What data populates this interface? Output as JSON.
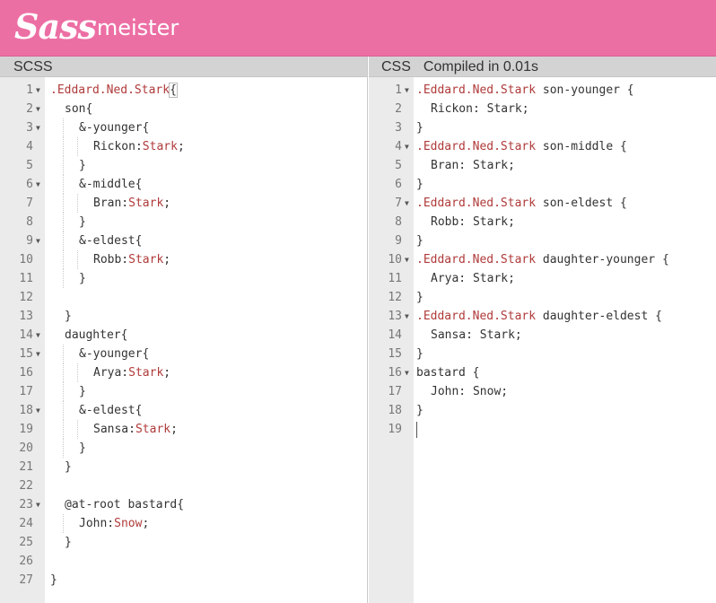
{
  "app": {
    "logo_script": "Sass",
    "logo_rest": "meister"
  },
  "left_panel": {
    "title": "SCSS",
    "lines": [
      {
        "n": "1",
        "fold": true,
        "indent": 0,
        "tokens": [
          {
            "t": ".Eddard.Ned.Stark",
            "c": "sel"
          },
          {
            "t": "{",
            "c": "br"
          }
        ]
      },
      {
        "n": "2",
        "fold": true,
        "indent": 1,
        "tokens": [
          {
            "t": "son{",
            "c": ""
          }
        ]
      },
      {
        "n": "3",
        "fold": true,
        "indent": 2,
        "tokens": [
          {
            "t": "&-younger{",
            "c": ""
          }
        ]
      },
      {
        "n": "4",
        "fold": false,
        "indent": 3,
        "tokens": [
          {
            "t": "Rickon:",
            "c": ""
          },
          {
            "t": "Stark",
            "c": "val"
          },
          {
            "t": ";",
            "c": ""
          }
        ]
      },
      {
        "n": "5",
        "fold": false,
        "indent": 2,
        "tokens": [
          {
            "t": "}",
            "c": ""
          }
        ]
      },
      {
        "n": "6",
        "fold": true,
        "indent": 2,
        "tokens": [
          {
            "t": "&-middle{",
            "c": ""
          }
        ]
      },
      {
        "n": "7",
        "fold": false,
        "indent": 3,
        "tokens": [
          {
            "t": "Bran:",
            "c": ""
          },
          {
            "t": "Stark",
            "c": "val"
          },
          {
            "t": ";",
            "c": ""
          }
        ]
      },
      {
        "n": "8",
        "fold": false,
        "indent": 2,
        "tokens": [
          {
            "t": "}",
            "c": ""
          }
        ]
      },
      {
        "n": "9",
        "fold": true,
        "indent": 2,
        "tokens": [
          {
            "t": "&-eldest{",
            "c": ""
          }
        ]
      },
      {
        "n": "10",
        "fold": false,
        "indent": 3,
        "tokens": [
          {
            "t": "Robb:",
            "c": ""
          },
          {
            "t": "Stark",
            "c": "val"
          },
          {
            "t": ";",
            "c": ""
          }
        ]
      },
      {
        "n": "11",
        "fold": false,
        "indent": 2,
        "tokens": [
          {
            "t": "}",
            "c": ""
          }
        ]
      },
      {
        "n": "12",
        "fold": false,
        "indent": 1,
        "tokens": []
      },
      {
        "n": "13",
        "fold": false,
        "indent": 1,
        "tokens": [
          {
            "t": "}",
            "c": ""
          }
        ]
      },
      {
        "n": "14",
        "fold": true,
        "indent": 1,
        "tokens": [
          {
            "t": "daughter{",
            "c": ""
          }
        ]
      },
      {
        "n": "15",
        "fold": true,
        "indent": 2,
        "tokens": [
          {
            "t": "&-younger{",
            "c": ""
          }
        ]
      },
      {
        "n": "16",
        "fold": false,
        "indent": 3,
        "tokens": [
          {
            "t": "Arya:",
            "c": ""
          },
          {
            "t": "Stark",
            "c": "val"
          },
          {
            "t": ";",
            "c": ""
          }
        ]
      },
      {
        "n": "17",
        "fold": false,
        "indent": 2,
        "tokens": [
          {
            "t": "}",
            "c": ""
          }
        ]
      },
      {
        "n": "18",
        "fold": true,
        "indent": 2,
        "tokens": [
          {
            "t": "&-eldest{",
            "c": ""
          }
        ]
      },
      {
        "n": "19",
        "fold": false,
        "indent": 3,
        "tokens": [
          {
            "t": "Sansa:",
            "c": ""
          },
          {
            "t": "Stark",
            "c": "val"
          },
          {
            "t": ";",
            "c": ""
          }
        ]
      },
      {
        "n": "20",
        "fold": false,
        "indent": 2,
        "tokens": [
          {
            "t": "}",
            "c": ""
          }
        ]
      },
      {
        "n": "21",
        "fold": false,
        "indent": 1,
        "tokens": [
          {
            "t": "}",
            "c": ""
          }
        ]
      },
      {
        "n": "22",
        "fold": false,
        "indent": 0,
        "tokens": []
      },
      {
        "n": "23",
        "fold": true,
        "indent": 1,
        "tokens": [
          {
            "t": "@at-root bastard{",
            "c": ""
          }
        ]
      },
      {
        "n": "24",
        "fold": false,
        "indent": 2,
        "tokens": [
          {
            "t": "John:",
            "c": ""
          },
          {
            "t": "Snow",
            "c": "val"
          },
          {
            "t": ";",
            "c": ""
          }
        ]
      },
      {
        "n": "25",
        "fold": false,
        "indent": 1,
        "tokens": [
          {
            "t": "}",
            "c": ""
          }
        ]
      },
      {
        "n": "26",
        "fold": false,
        "indent": 0,
        "tokens": []
      },
      {
        "n": "27",
        "fold": false,
        "indent": 0,
        "tokens": [
          {
            "t": "}",
            "c": ""
          }
        ]
      }
    ]
  },
  "right_panel": {
    "title": "CSS",
    "compiled": "Compiled in 0.01s",
    "lines": [
      {
        "n": "1",
        "fold": true,
        "indent": 0,
        "tokens": [
          {
            "t": ".Eddard.Ned.Stark",
            "c": "sel"
          },
          {
            "t": " son-younger {",
            "c": ""
          }
        ]
      },
      {
        "n": "2",
        "fold": false,
        "indent": 1,
        "tokens": [
          {
            "t": "Rickon: Stark;",
            "c": ""
          }
        ]
      },
      {
        "n": "3",
        "fold": false,
        "indent": 0,
        "tokens": [
          {
            "t": "}",
            "c": ""
          }
        ]
      },
      {
        "n": "4",
        "fold": true,
        "indent": 0,
        "tokens": [
          {
            "t": ".Eddard.Ned.Stark",
            "c": "sel"
          },
          {
            "t": " son-middle {",
            "c": ""
          }
        ]
      },
      {
        "n": "5",
        "fold": false,
        "indent": 1,
        "tokens": [
          {
            "t": "Bran: Stark;",
            "c": ""
          }
        ]
      },
      {
        "n": "6",
        "fold": false,
        "indent": 0,
        "tokens": [
          {
            "t": "}",
            "c": ""
          }
        ]
      },
      {
        "n": "7",
        "fold": true,
        "indent": 0,
        "tokens": [
          {
            "t": ".Eddard.Ned.Stark",
            "c": "sel"
          },
          {
            "t": " son-eldest {",
            "c": ""
          }
        ]
      },
      {
        "n": "8",
        "fold": false,
        "indent": 1,
        "tokens": [
          {
            "t": "Robb: Stark;",
            "c": ""
          }
        ]
      },
      {
        "n": "9",
        "fold": false,
        "indent": 0,
        "tokens": [
          {
            "t": "}",
            "c": ""
          }
        ]
      },
      {
        "n": "10",
        "fold": true,
        "indent": 0,
        "tokens": [
          {
            "t": ".Eddard.Ned.Stark",
            "c": "sel"
          },
          {
            "t": " daughter-younger {",
            "c": ""
          }
        ]
      },
      {
        "n": "11",
        "fold": false,
        "indent": 1,
        "tokens": [
          {
            "t": "Arya: Stark;",
            "c": ""
          }
        ]
      },
      {
        "n": "12",
        "fold": false,
        "indent": 0,
        "tokens": [
          {
            "t": "}",
            "c": ""
          }
        ]
      },
      {
        "n": "13",
        "fold": true,
        "indent": 0,
        "tokens": [
          {
            "t": ".Eddard.Ned.Stark",
            "c": "sel"
          },
          {
            "t": " daughter-eldest {",
            "c": ""
          }
        ]
      },
      {
        "n": "14",
        "fold": false,
        "indent": 1,
        "tokens": [
          {
            "t": "Sansa: Stark;",
            "c": ""
          }
        ]
      },
      {
        "n": "15",
        "fold": false,
        "indent": 0,
        "tokens": [
          {
            "t": "}",
            "c": ""
          }
        ]
      },
      {
        "n": "16",
        "fold": true,
        "indent": 0,
        "tokens": [
          {
            "t": "bastard {",
            "c": ""
          }
        ]
      },
      {
        "n": "17",
        "fold": false,
        "indent": 1,
        "tokens": [
          {
            "t": "John: Snow;",
            "c": ""
          }
        ]
      },
      {
        "n": "18",
        "fold": false,
        "indent": 0,
        "tokens": [
          {
            "t": "}",
            "c": ""
          }
        ]
      },
      {
        "n": "19",
        "fold": false,
        "indent": 0,
        "tokens": []
      }
    ]
  },
  "colors": {
    "header_bg": "#ec6fa4",
    "selector": "#b03a3a",
    "value": "#b03a3a",
    "gutter_bg": "#ebebeb",
    "panel_head_bg": "#d3d3d3"
  },
  "icons": {
    "fold": "fold-arrow-icon"
  }
}
